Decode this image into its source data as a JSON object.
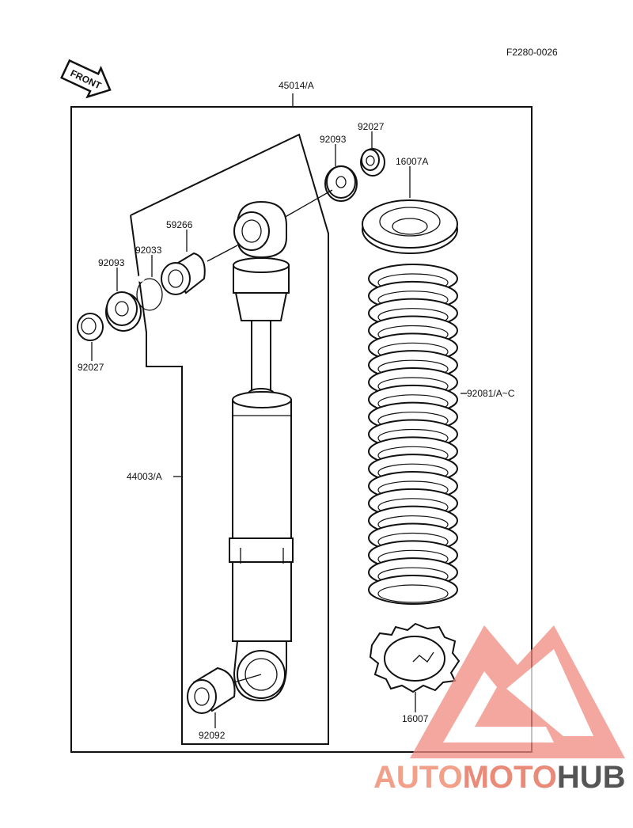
{
  "figure_code": "F2280-0026",
  "front_label": "FRONT",
  "watermark": {
    "part1": "AUTO",
    "part2": "MOTO",
    "part3": "HUB",
    "color_primary": "#f2a089",
    "color_secondary": "#ea8a78",
    "color_dark": "#555555"
  },
  "parts": {
    "assembly": "45014/A",
    "shock_body": "44003/A",
    "washer_top": "92093",
    "cap_top": "92027",
    "spring_seat": "16007A",
    "bushing": "59266",
    "circlip": "92033",
    "washer_left": "92093",
    "cap_left": "92027",
    "spring": "92081/A~C",
    "bushing_bottom": "92092",
    "adjuster": "16007"
  }
}
